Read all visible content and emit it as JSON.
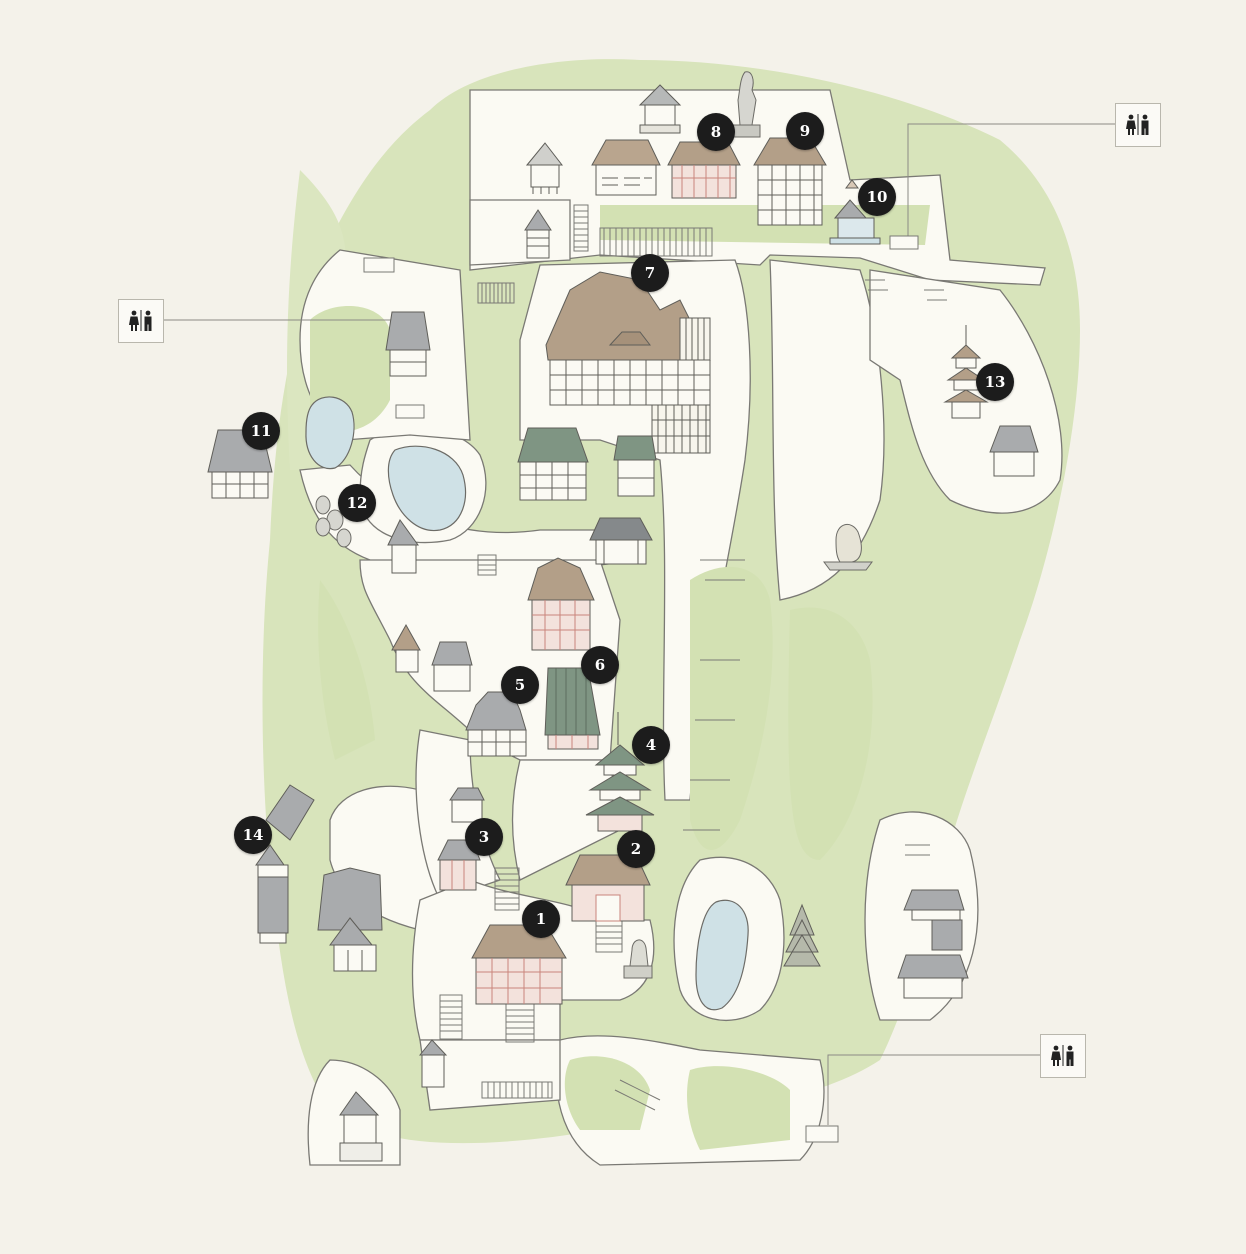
{
  "map": {
    "colors": {
      "paper": "#f4f2ea",
      "grass": "#d6e3b8",
      "path": "#fbfaf4",
      "water": "#cfe1e6",
      "line": "#6c6b66",
      "roof_brown": "#b39f88",
      "roof_green": "#7f9583",
      "roof_gray": "#a9abad",
      "wall_red": "#c9847b"
    },
    "markers": [
      {
        "number": "1"
      },
      {
        "number": "2"
      },
      {
        "number": "3"
      },
      {
        "number": "4"
      },
      {
        "number": "5"
      },
      {
        "number": "6"
      },
      {
        "number": "7"
      },
      {
        "number": "8"
      },
      {
        "number": "9"
      },
      {
        "number": "10"
      },
      {
        "number": "11"
      },
      {
        "number": "12"
      },
      {
        "number": "13"
      },
      {
        "number": "14"
      }
    ],
    "restrooms": [
      {
        "icon": "restroom-icon"
      },
      {
        "icon": "restroom-icon"
      },
      {
        "icon": "restroom-icon"
      }
    ]
  }
}
